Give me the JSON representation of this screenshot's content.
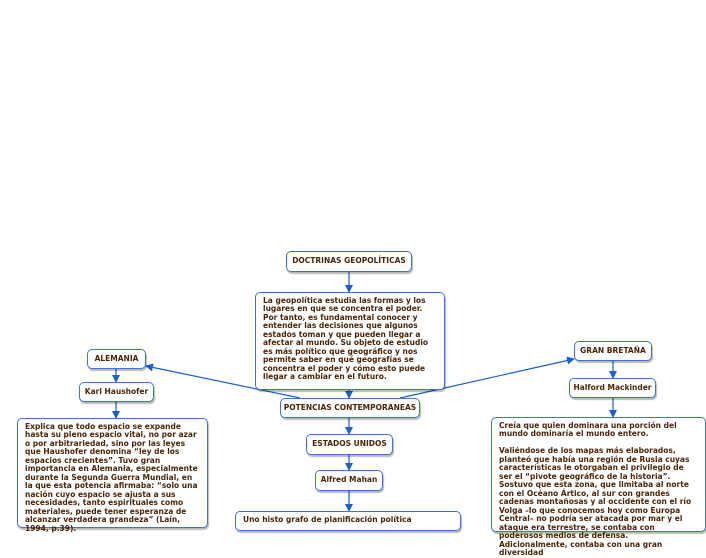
{
  "colors": {
    "border": "#3f74d6",
    "arrow": "#1b5fcf",
    "text": "#4a2508",
    "background": "#ffffff"
  },
  "nodes": {
    "doctrinas": "DOCTRINAS GEOPOLÍTICAS",
    "definicion": "La geopolítica estudia las formas y los lugares en que se concentra el poder. Por tanto, es fundamental conocer y entender las decisiones que algunos estados toman y que pueden llegar a afectar al mundo. Su objeto de estudio es más político que geográfico y nos permite saber en qué geografías se concentra el poder y cómo esto puede llegar a cambiar en el futuro.",
    "potencias": "POTENCIAS CONTEMPORANEAS",
    "alemania": "ALEMANIA",
    "haushofer": "Karl Haushofer",
    "haushofer_text": "Explica que todo espacio se expande hasta su pleno espacio vital, no por azar o por arbitrariedad, sino por las leyes que Haushofer denomina “ley de los espacios crecientes”. Tuvo gran importancia en Alemania, especialmente durante la Segunda Guerra Mundial, en la que esta potencia afirmaba: “solo una nación cuyo espacio se ajusta a sus necesidades, tanto espirituales como materiales, puede tener esperanza de alcanzar verdadera grandeza” (Laín, 1994, p.39).",
    "estados_unidos": "ESTADOS UNIDOS",
    "mahan": "Alfred Mahan",
    "mahan_text": "Uno histo grafo de planificación política",
    "gran_bretana": "GRAN BRETAÑA",
    "mackinder": "Halford Mackinder",
    "mackinder_text": "Creía que quien dominara una porción del mundo dominaría el mundo entero.\n\nValiéndose de los mapas más elaborados, planteó que había una región de Rusia cuyas características le otorgaban el privilegio de ser el “pivote geográfico de la historia”. Sostuvo que esta zona, que limitaba al norte con el Océano Ártico, al sur con grandes cadenas montañosas y al occidente con el río Volga –lo que conocemos hoy como Europa Central– no podría ser atacada por mar y el ataque era terrestre, se contaba con poderosos medios de defensa. Adicionalmente, contaba con una gran diversidad"
  }
}
